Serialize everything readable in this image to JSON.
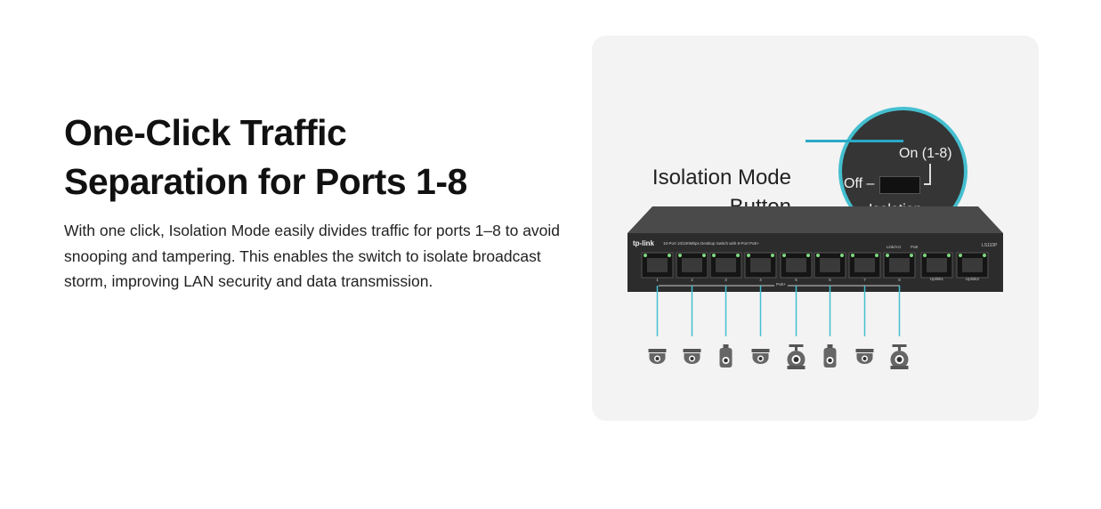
{
  "heading": {
    "line1": "One-Click Traffic",
    "line2": "Separation for Ports 1-8"
  },
  "description": "With one click, Isolation Mode easily divides traffic for ports 1–8 to avoid snooping and tampering. This enables the switch to isolate broadcast storm, improving LAN security and data transmission.",
  "figure": {
    "callout": {
      "line1": "Isolation Mode",
      "line2": "Button"
    },
    "switch_states": {
      "on": "On (1-8)",
      "off": "Off –",
      "name": "Isolation"
    },
    "device": {
      "brand": "tp-link",
      "model_desc": "10-Port 10/100Mbps Desktop Switch with 8-Port PoE+",
      "model": "LS110P",
      "led_labels": [
        "Link/Act",
        "PoE"
      ],
      "poe_label": "PoE+",
      "ports": [
        "1",
        "2",
        "3",
        "4",
        "5",
        "6",
        "7",
        "8",
        "Uplink1",
        "Uplink2"
      ]
    },
    "cameras": [
      "dome",
      "dome",
      "bullet",
      "dome",
      "round",
      "bullet",
      "dome",
      "round"
    ],
    "accent": "#45bfcf"
  }
}
